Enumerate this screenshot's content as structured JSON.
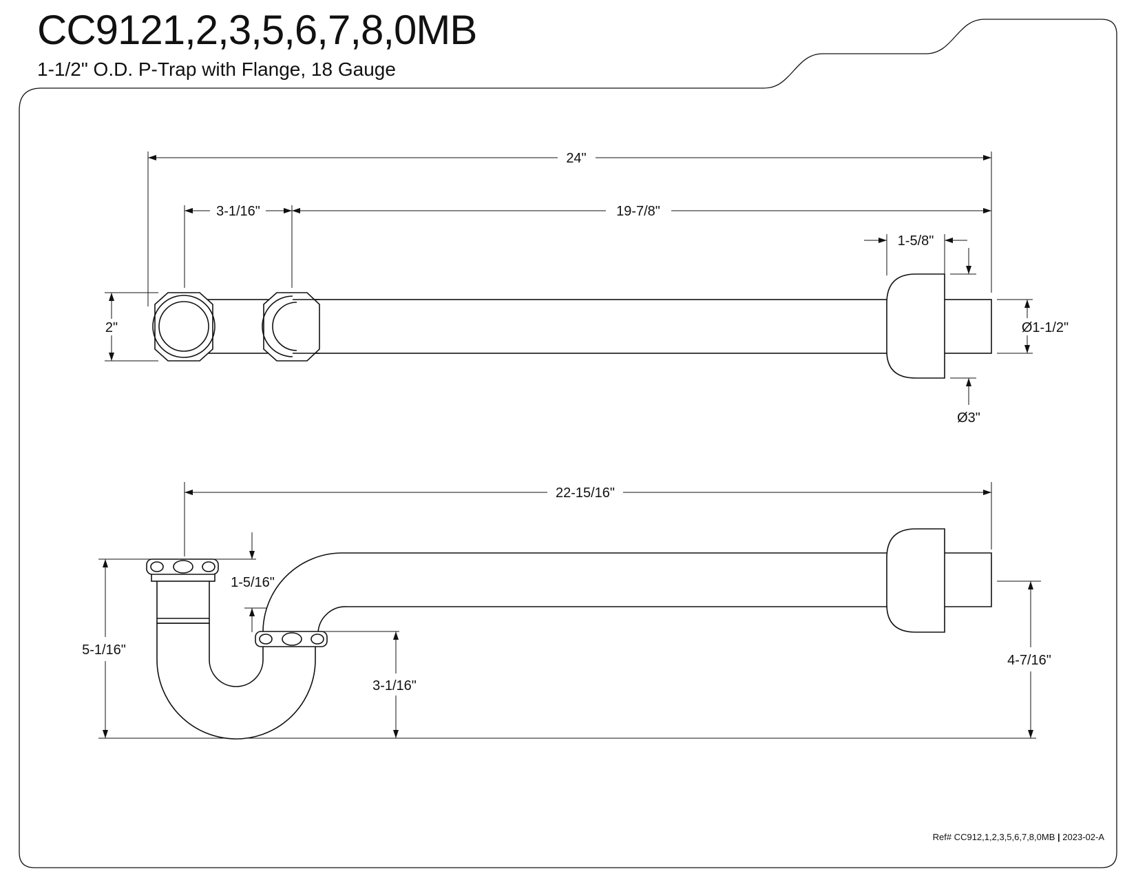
{
  "title": "CC9121,2,3,5,6,7,8,0MB",
  "subtitle": "1-1/2\" O.D. P-Trap with Flange, 18 Gauge",
  "reference": {
    "ref_text": "Ref# CC912,1,2,3,5,6,7,8,0MB",
    "separator": "|",
    "revision": "2023-02-A"
  },
  "top_view": {
    "dim_overall_length": "24\"",
    "dim_nut_spacing": "3-1/16\"",
    "dim_tube_length": "19-7/8\"",
    "dim_flange_depth": "1-5/8\"",
    "dim_nut_height": "2\"",
    "dim_tube_diameter": "Ø1-1/2\"",
    "dim_flange_diameter": "Ø3\""
  },
  "side_view": {
    "dim_overall_length": "22-15/16\"",
    "dim_nut_offset": "1-5/16\"",
    "dim_total_height": "5-1/16\"",
    "dim_nut_height": "3-1/16\"",
    "dim_arm_height": "4-7/16\""
  }
}
